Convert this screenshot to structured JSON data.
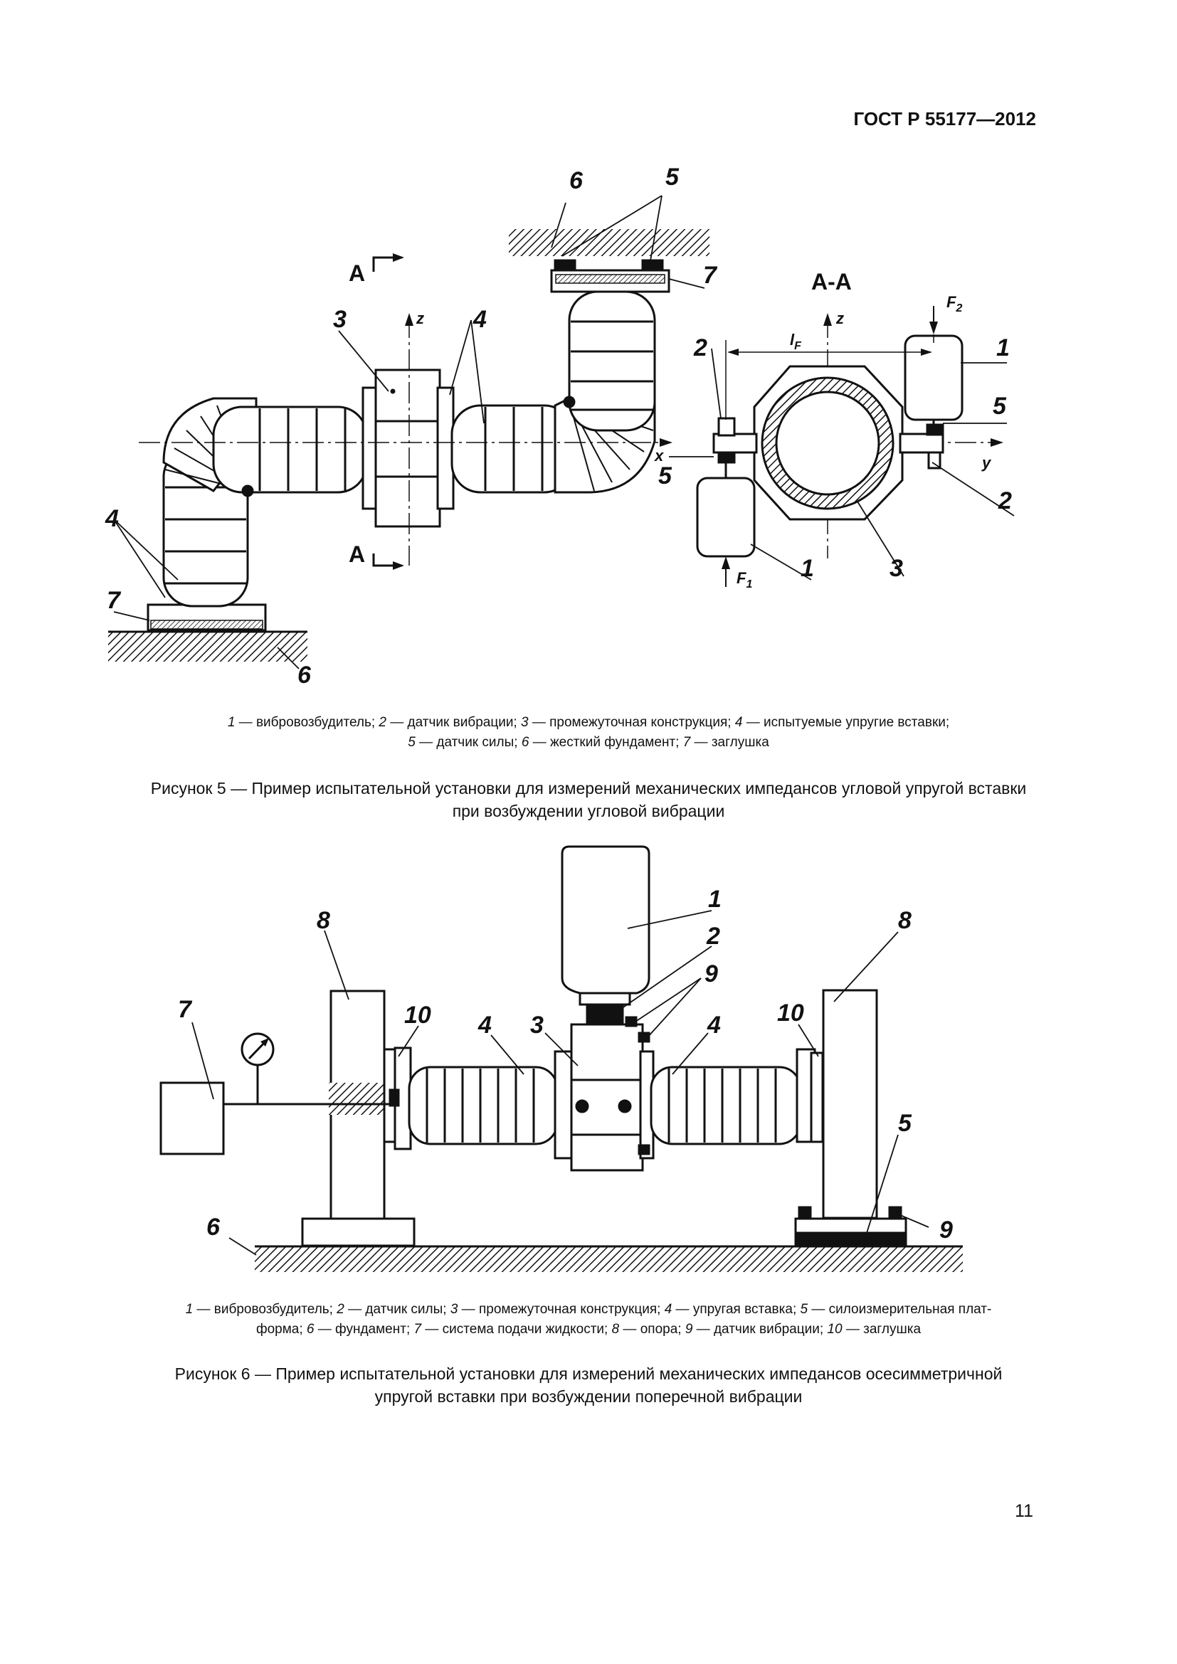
{
  "header": {
    "standard": "ГОСТ Р 55177—2012"
  },
  "figure5": {
    "section_label_top": "А",
    "section_label_bottom": "А",
    "section_view_title": "А-А",
    "axes": {
      "x": "x",
      "y": "y",
      "z": "z"
    },
    "dimension_label": "l",
    "dimension_sub": "F",
    "forces": [
      {
        "label": "F",
        "sub": "1"
      },
      {
        "label": "F",
        "sub": "2"
      }
    ],
    "callouts": [
      "1",
      "2",
      "3",
      "4",
      "5",
      "6",
      "7"
    ],
    "legend": [
      [
        {
          "n": "1",
          "t": " — вибровозбудитель; "
        },
        {
          "n": "2",
          "t": " — датчик вибрации; "
        },
        {
          "n": "3",
          "t": " — промежуточная конструкция; "
        },
        {
          "n": "4",
          "t": " — испытуемые упругие вставки;"
        }
      ],
      [
        {
          "n": "5",
          "t": " — датчик силы; "
        },
        {
          "n": "6",
          "t": " — жесткий фундамент; "
        },
        {
          "n": "7",
          "t": " — заглушка"
        }
      ]
    ],
    "caption_line1": "Рисунок 5 — Пример испытательной установки для измерений механических импедансов угловой упругой вставки",
    "caption_line2": "при возбуждении угловой вибрации"
  },
  "figure6": {
    "callouts": [
      "1",
      "2",
      "3",
      "4",
      "5",
      "6",
      "7",
      "8",
      "9",
      "10"
    ],
    "legend": [
      [
        {
          "n": "1",
          "t": " — вибровозбудитель; "
        },
        {
          "n": "2",
          "t": " — датчик силы; "
        },
        {
          "n": "3",
          "t": " — промежуточная конструкция; "
        },
        {
          "n": "4",
          "t": " — упругая вставка; "
        },
        {
          "n": "5",
          "t": " — силоизмерительная плат-"
        }
      ],
      [
        {
          "n": "",
          "t": "форма; "
        },
        {
          "n": "6",
          "t": " — фундамент; "
        },
        {
          "n": "7",
          "t": " — система подачи жидкости; "
        },
        {
          "n": "8",
          "t": " — опора; "
        },
        {
          "n": "9",
          "t": " — датчик вибрации; "
        },
        {
          "n": "10",
          "t": " — заглушка"
        }
      ]
    ],
    "caption_line1": "Рисунок 6 — Пример испытательной установки для измерений механических импедансов осесимметричной",
    "caption_line2": "упругой вставки при возбуждении поперечной вибрации"
  },
  "footer": {
    "page_number": "11"
  }
}
